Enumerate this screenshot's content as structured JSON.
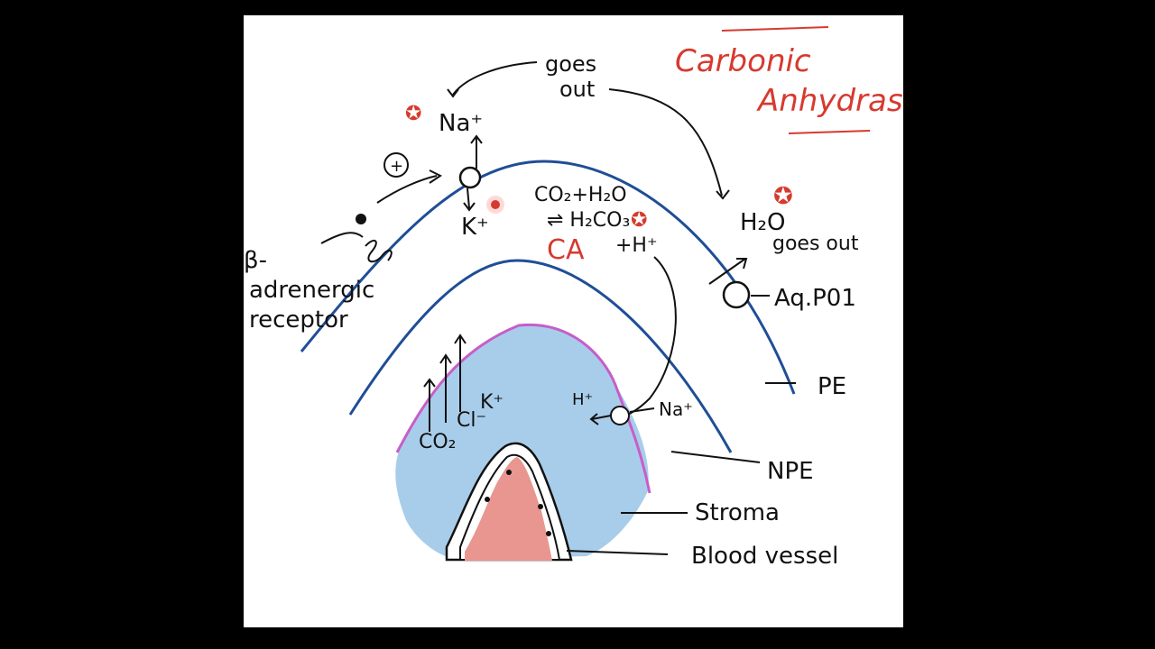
{
  "title": {
    "line1": "Carbonic",
    "line2": "Anhydrase"
  },
  "labels": {
    "beta_1": "β-",
    "beta_2": "adrenergic",
    "beta_3": "receptor",
    "plus": "+",
    "na_top": "Na⁺",
    "goes_1": "goes",
    "out_1": "out",
    "k_top": "K⁺",
    "eq_1": "CO₂+H₂O",
    "eq_2": "⇌ H₂CO₃",
    "ca": "CA",
    "hplus": "+H⁺",
    "h2o": "H₂O",
    "goes_out": "goes out",
    "aqp": "Aq.P01",
    "pe": "PE",
    "npe": "NPE",
    "stroma": "Stroma",
    "vessel": "Blood vessel",
    "co2": "CO₂",
    "cl": "Cl⁻",
    "k_low": "K⁺",
    "h_low": "H⁺",
    "na_low": "Na⁺"
  },
  "colors": {
    "membrane": "#1f4e96",
    "stroma": "#a8cdea",
    "stroma_edge": "#c65ec8",
    "vessel": "#e8968f",
    "annotation_red": "#d63a2f",
    "ink": "#111111"
  }
}
